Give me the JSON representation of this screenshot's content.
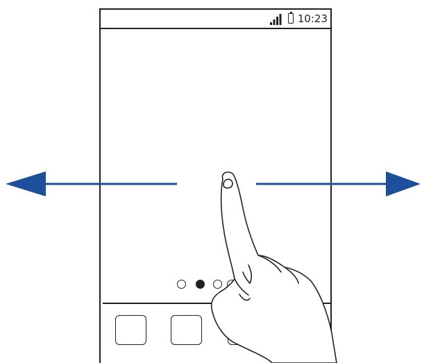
{
  "status_bar": {
    "time": "10:23",
    "signal_icon": "signal-strength-icon",
    "battery_icon": "battery-icon"
  },
  "home_screen": {
    "page_indicator": {
      "page_count": 4,
      "active_page_index": 1
    },
    "dock": {
      "app_count": 3
    }
  },
  "gesture": {
    "type": "swipe-left-right",
    "hand_icon": "pointing-finger-icon",
    "arrow_color": "#1e4f9c",
    "arrow_icons": [
      "arrow-left-icon",
      "arrow-right-icon"
    ]
  },
  "colors": {
    "outline": "#231f20",
    "arrow": "#1e4f9c",
    "background": "#ffffff"
  }
}
